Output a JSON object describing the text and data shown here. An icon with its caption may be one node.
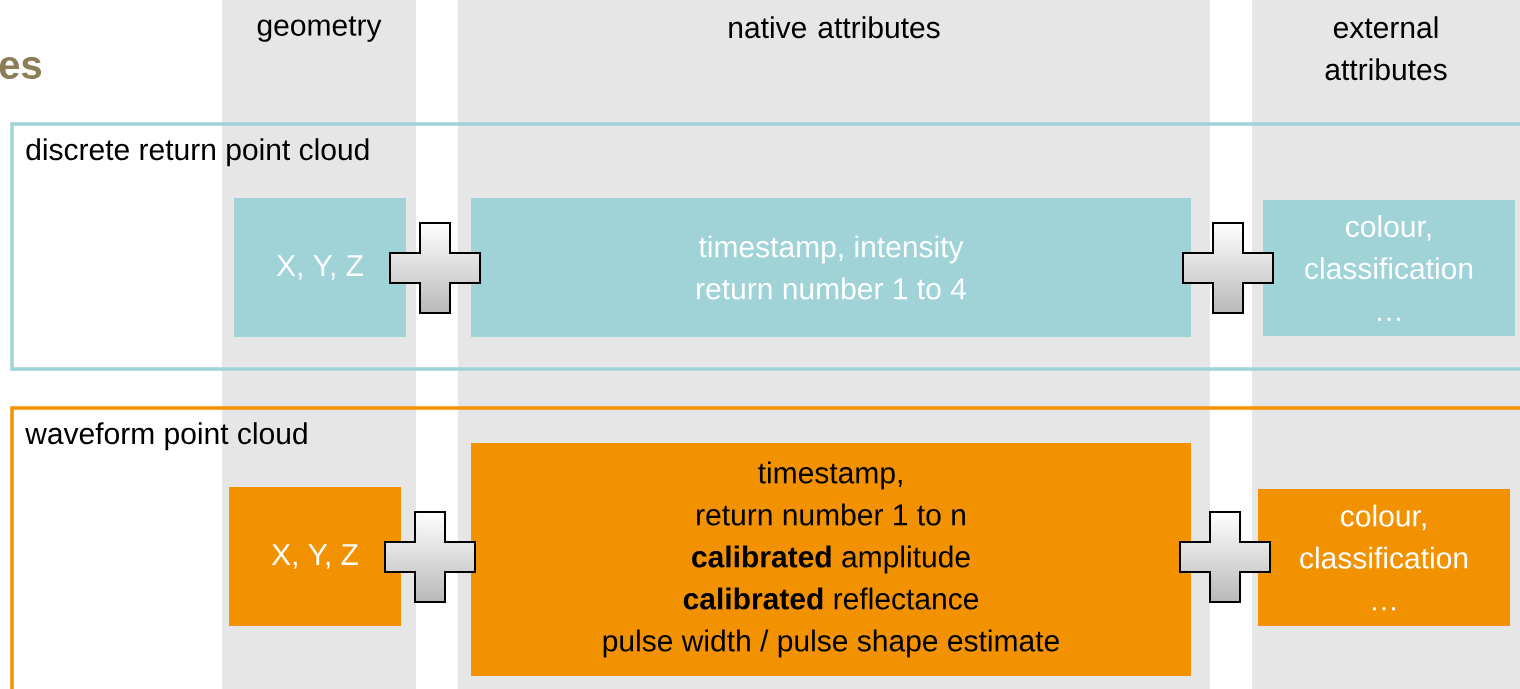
{
  "diagram": {
    "title": "es",
    "nodes": [
      {
        "text": [
          "geometry"
        ]
      },
      {
        "text": [
          "native attributes"
        ]
      },
      {
        "text": [
          "external attributes"
        ]
      },
      {
        "text": [
          "discrete return point cloud"
        ]
      },
      {
        "text": [
          "X, Y, Z"
        ]
      },
      {
        "text": [
          "timestamp, intensity",
          "return number 1 to 4"
        ]
      },
      {
        "text": [
          "colour,",
          "classification",
          "…"
        ]
      },
      {
        "text": [
          "waveform point cloud"
        ]
      },
      {
        "text": [
          "X, Y, Z"
        ]
      },
      {
        "text": [
          "timestamp,",
          "return number 1 to n",
          "**calibrated** amplitude",
          "**calibrated** reflectance",
          "pulse width / pulse shape estimate"
        ]
      },
      {
        "text": [
          "colour,",
          "classification",
          "…"
        ]
      }
    ]
  }
}
